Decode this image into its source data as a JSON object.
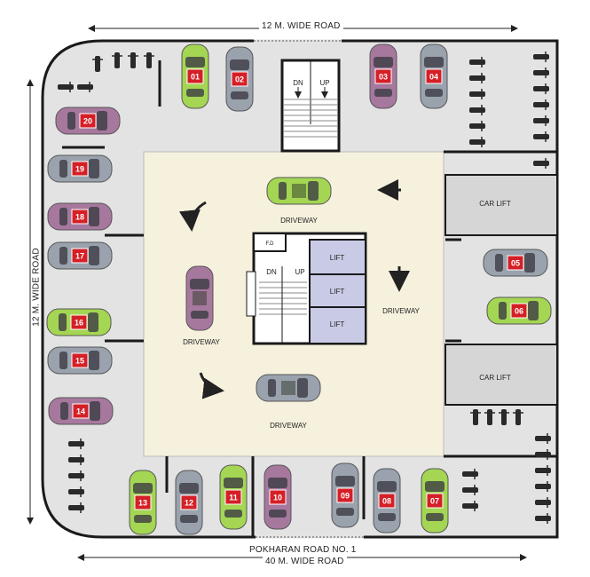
{
  "roads": {
    "top": "12 M. WIDE ROAD",
    "left": "12 M. WIDE ROAD",
    "bottom_line1": "POKHARAN  ROAD NO. 1",
    "bottom_line2": "40 M. WIDE ROAD"
  },
  "labels": {
    "driveway": "DRIVEWAY",
    "car_lift": "CAR LIFT",
    "lift": "LIFT",
    "dn": "DN",
    "up": "UP",
    "fd": "F.D"
  },
  "parking_spots": [
    {
      "number": "01",
      "color": "lime"
    },
    {
      "number": "02",
      "color": "silver"
    },
    {
      "number": "03",
      "color": "purple"
    },
    {
      "number": "04",
      "color": "silver"
    },
    {
      "number": "05",
      "color": "silver"
    },
    {
      "number": "06",
      "color": "lime"
    },
    {
      "number": "07",
      "color": "lime"
    },
    {
      "number": "08",
      "color": "silver"
    },
    {
      "number": "09",
      "color": "silver"
    },
    {
      "number": "10",
      "color": "purple"
    },
    {
      "number": "11",
      "color": "lime"
    },
    {
      "number": "12",
      "color": "silver"
    },
    {
      "number": "13",
      "color": "lime"
    },
    {
      "number": "14",
      "color": "purple"
    },
    {
      "number": "15",
      "color": "silver"
    },
    {
      "number": "16",
      "color": "lime"
    },
    {
      "number": "17",
      "color": "silver"
    },
    {
      "number": "18",
      "color": "purple"
    },
    {
      "number": "19",
      "color": "silver"
    },
    {
      "number": "20",
      "color": "purple"
    }
  ],
  "colors": {
    "floor": "#e3e3e3",
    "driveway": "#f6f1dd",
    "wall": "#1a1a1a",
    "lift": "#c9cbe6",
    "car_lift": "#d6d6d6",
    "badge": "#d51f26",
    "lime": "#a4d653",
    "silver": "#9aa2ae",
    "purple": "#a7789e"
  }
}
